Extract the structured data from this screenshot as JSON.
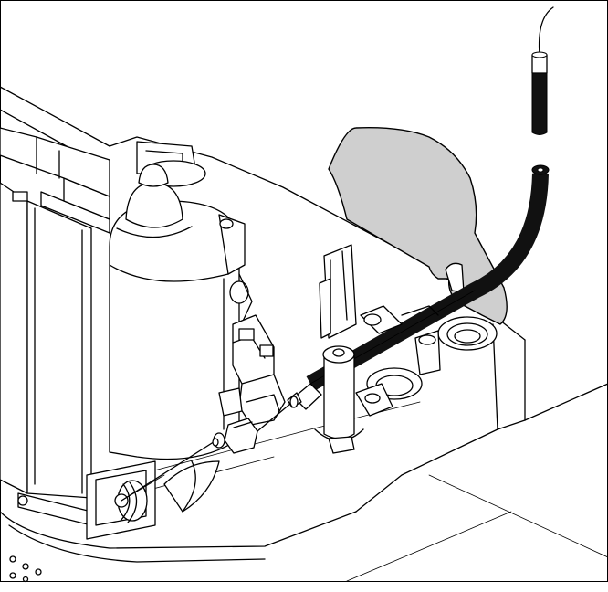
{
  "figure": {
    "kind": "technical line illustration",
    "colors": {
      "line": "#000000",
      "background": "#ffffff",
      "shield_fill": "#cfcfcf",
      "cable": "#111111"
    },
    "parts": [
      "housing-frame",
      "motor-cylinder",
      "motor-cap",
      "side-panel",
      "gray-shield-plate",
      "black-cable",
      "cable-end-connector",
      "probe-tip",
      "fitting-nut",
      "post-stud",
      "thin-wire",
      "rotor-fan",
      "bracket-connector",
      "round-port",
      "slot-clip"
    ]
  }
}
